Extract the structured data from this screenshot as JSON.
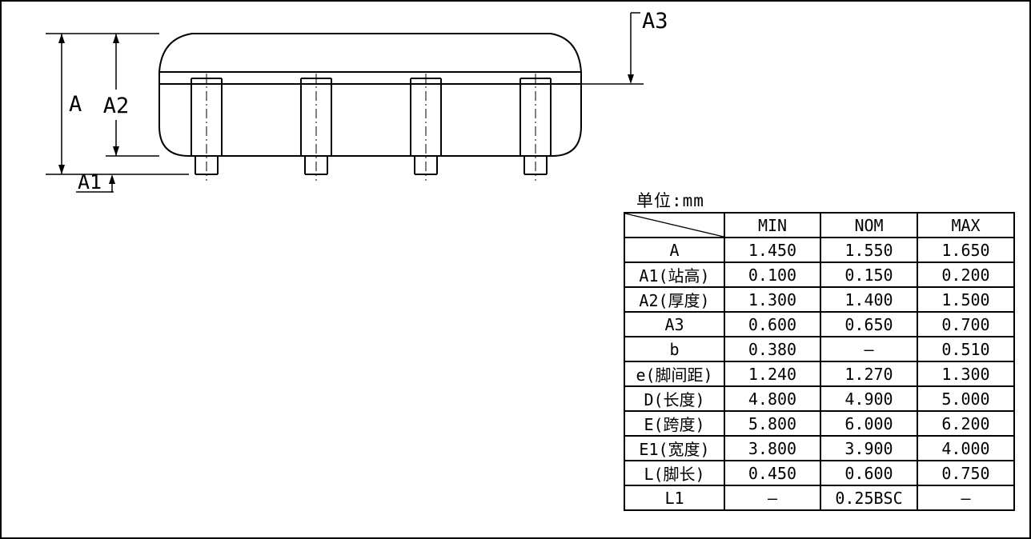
{
  "page": {
    "unit_label": "单位:mm"
  },
  "drawing": {
    "labels": {
      "a": "A",
      "a1": "A1",
      "a2": "A2",
      "a3": "A3"
    }
  },
  "table": {
    "columns": [
      "MIN",
      "NOM",
      "MAX"
    ],
    "rows": [
      {
        "param": "A",
        "min": "1.450",
        "nom": "1.550",
        "max": "1.650"
      },
      {
        "param": "A1(站高)",
        "min": "0.100",
        "nom": "0.150",
        "max": "0.200"
      },
      {
        "param": "A2(厚度)",
        "min": "1.300",
        "nom": "1.400",
        "max": "1.500"
      },
      {
        "param": "A3",
        "min": "0.600",
        "nom": "0.650",
        "max": "0.700"
      },
      {
        "param": "b",
        "min": "0.380",
        "nom": "–",
        "max": "0.510"
      },
      {
        "param": "e(脚间距)",
        "min": "1.240",
        "nom": "1.270",
        "max": "1.300"
      },
      {
        "param": "D(长度)",
        "min": "4.800",
        "nom": "4.900",
        "max": "5.000"
      },
      {
        "param": "E(跨度)",
        "min": "5.800",
        "nom": "6.000",
        "max": "6.200"
      },
      {
        "param": "E1(宽度)",
        "min": "3.800",
        "nom": "3.900",
        "max": "4.000"
      },
      {
        "param": "L(脚长)",
        "min": "0.450",
        "nom": "0.600",
        "max": "0.750"
      },
      {
        "param": "L1",
        "min": "—",
        "nom": "0.25BSC",
        "max": "—"
      }
    ]
  }
}
